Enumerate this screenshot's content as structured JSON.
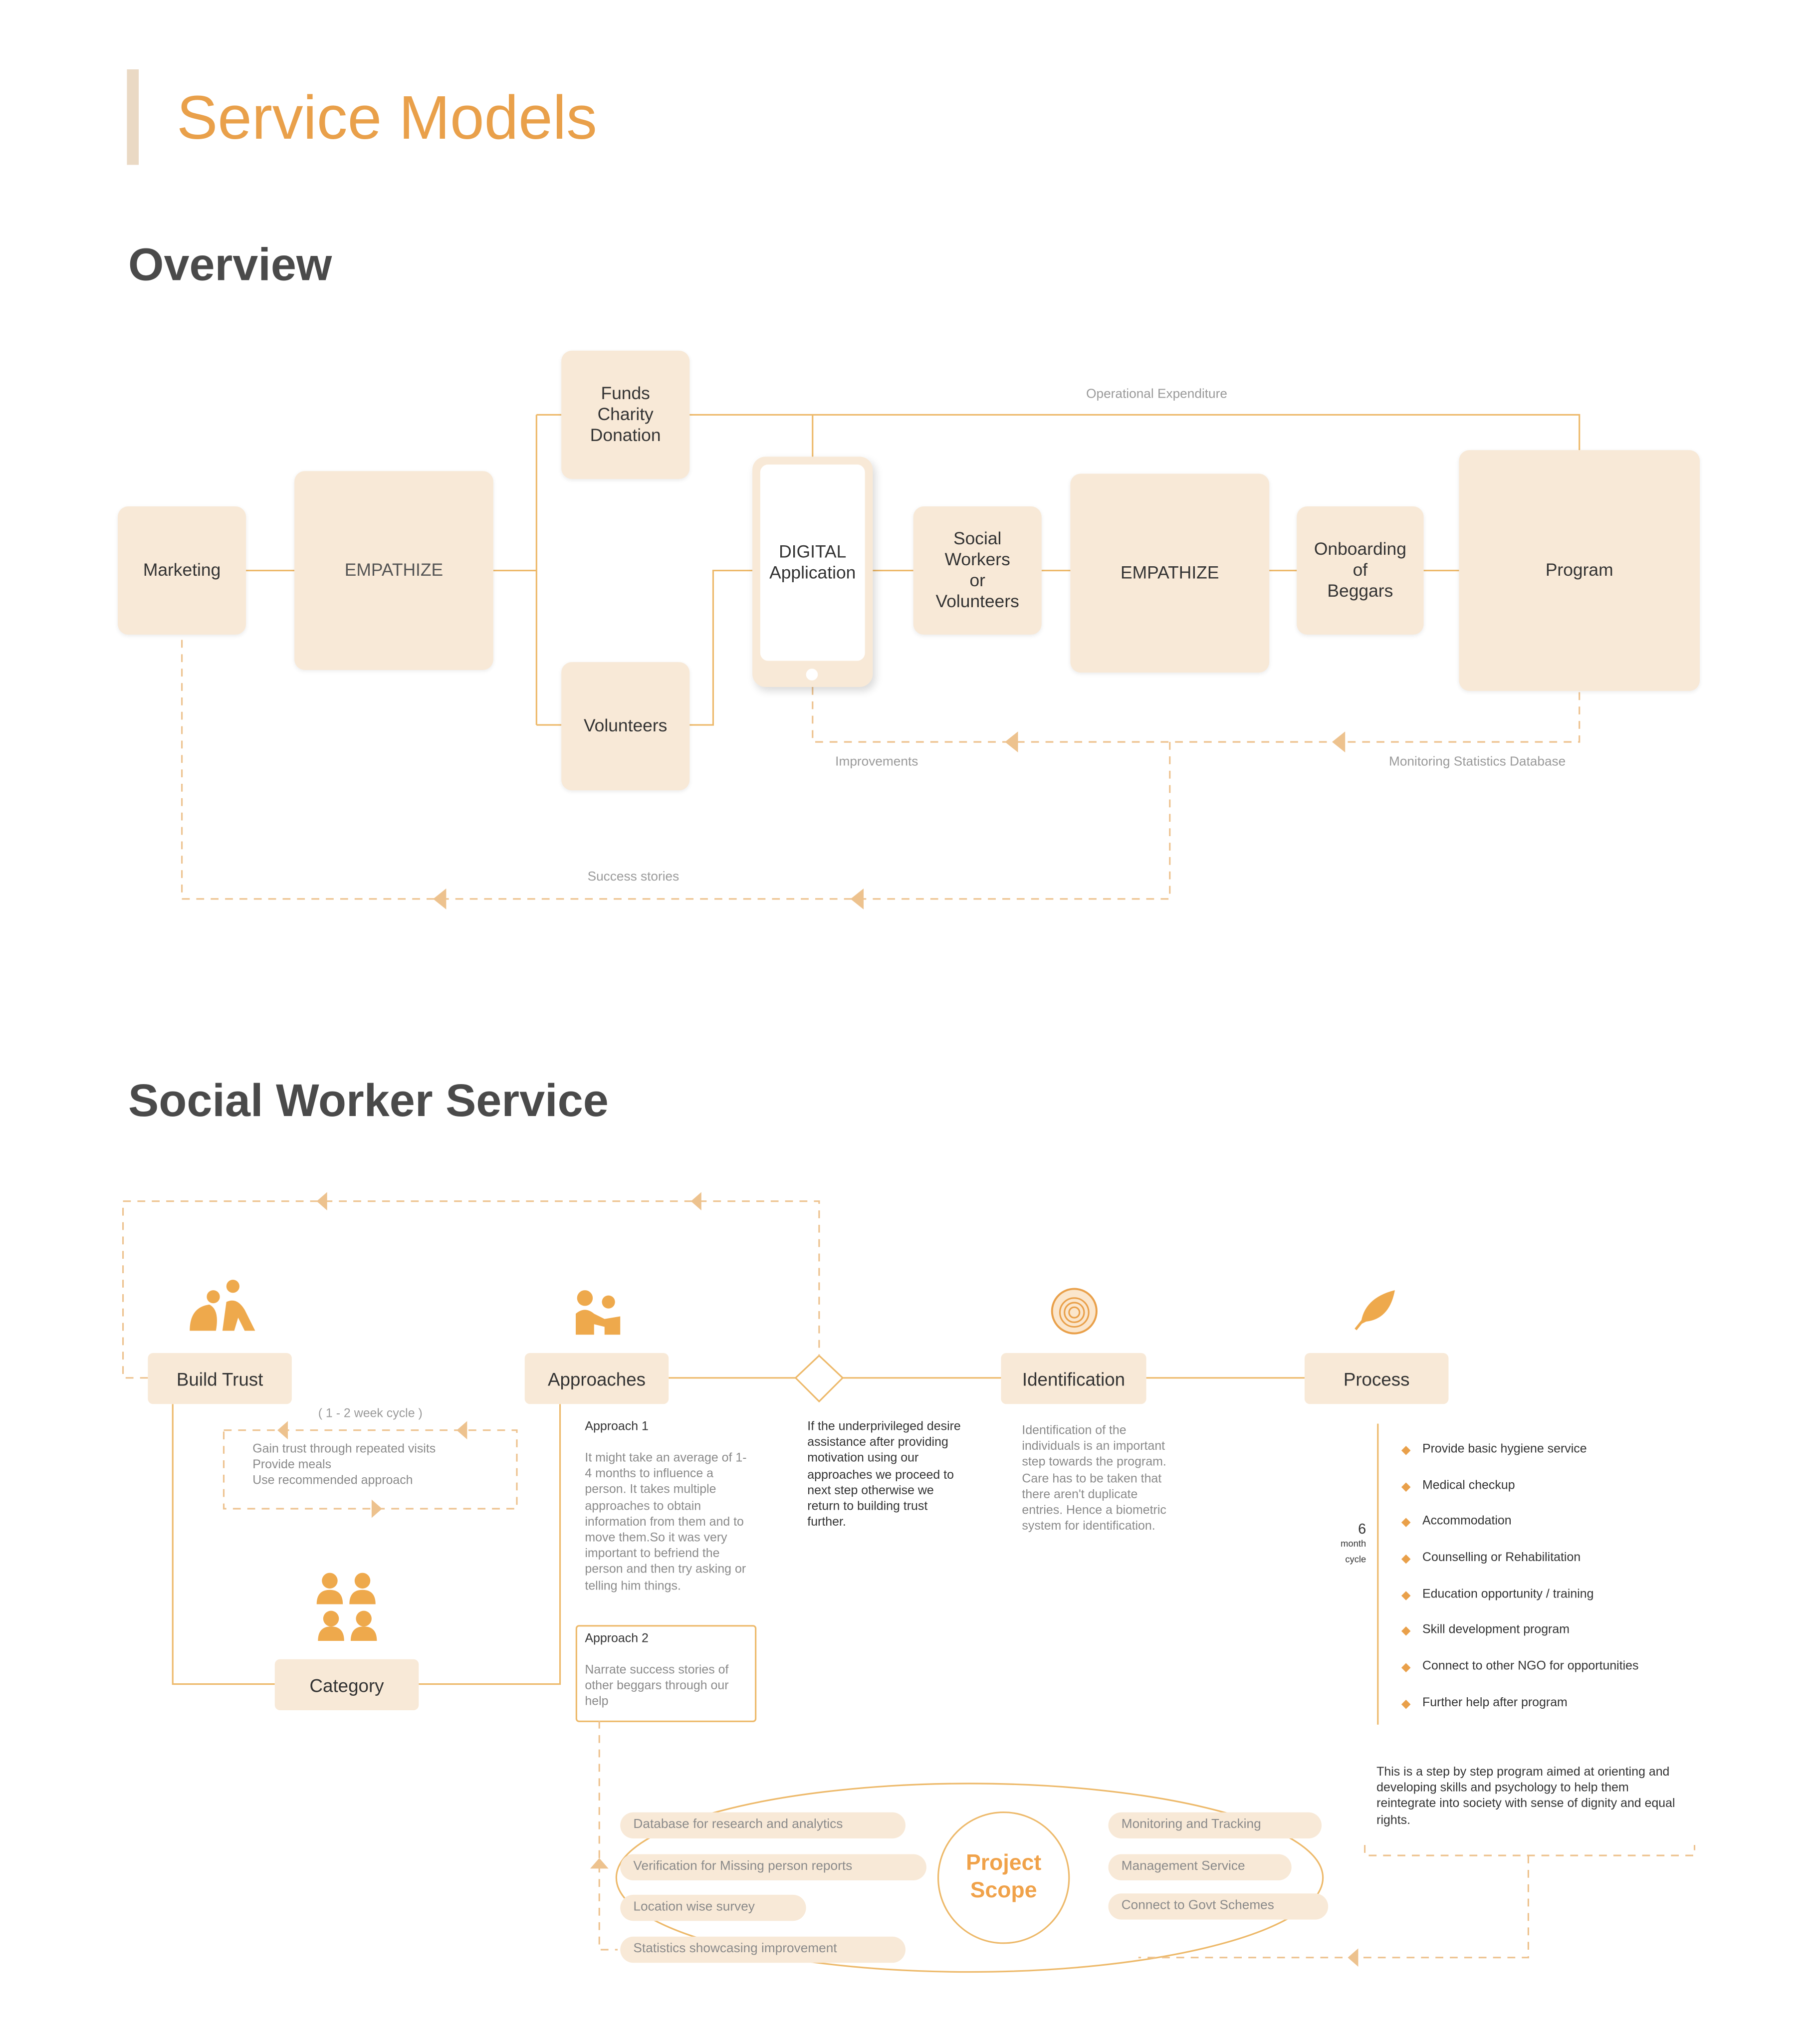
{
  "title": "Service Models",
  "overview": {
    "heading": "Overview",
    "nodes": {
      "marketing": "Marketing",
      "empathize1": "EMPATHIZE",
      "funds": "Funds\nCharity\nDonation",
      "volunteers": "Volunteers",
      "digital": "DIGITAL\nApplication",
      "social_workers": "Social\nWorkers\nor\nVolunteers",
      "empathize2": "EMPATHIZE",
      "onboarding": "Onboarding\nof\nBeggars",
      "program": "Program"
    },
    "labels": {
      "operational": "Operational Expenditure",
      "improvements": "Improvements",
      "monitoring": "Monitoring Statistics Database",
      "success": "Success stories"
    }
  },
  "social": {
    "heading": "Social Worker Service",
    "steps": {
      "build_trust": "Build Trust",
      "approaches": "Approaches",
      "identification": "Identification",
      "process": "Process",
      "category": "Category"
    },
    "cycle_label": "( 1 - 2 week cycle )",
    "trust_items": [
      "Gain trust through repeated visits",
      "Provide meals",
      "Use recommended approach"
    ],
    "approach1": {
      "title": "Approach 1",
      "body": "It might take an average of 1-4 months to influence a person. It takes multiple approaches to obtain information from them and to move them.So it was very important to befriend the person and then try asking or telling him things."
    },
    "approach2": {
      "title": "Approach 2",
      "body": "Narrate success stories of other beggars through our help"
    },
    "decision_text": "If the underprivileged desire assistance after providing motivation using our approaches we proceed to next step otherwise we return to building trust further.",
    "identification_text": "Identification of the individuals is an important step towards the program. Care has to be taken that there aren't duplicate entries. Hence a biometric system  for identification.",
    "cycle": {
      "number": "6",
      "unit1": "month",
      "unit2": "cycle"
    },
    "process_items": [
      "Provide basic hygiene service",
      "Medical checkup",
      "Accommodation",
      "Counselling or Rehabilitation",
      "Education opportunity / training",
      "Skill development program",
      "Connect to other NGO for opportunities",
      "Further help after program"
    ],
    "program_text": "This is a step by step program aimed at orienting and developing skills and psychology to help them reintegrate into society with sense of dignity and equal rights.",
    "scope": {
      "title1": "Project",
      "title2": "Scope",
      "left": [
        "Database for research and analytics",
        "Verification for Missing person reports",
        "Location wise survey",
        "Statistics showcasing improvement"
      ],
      "right": [
        "Monitoring and Tracking",
        "Management Service",
        "Connect to Govt Schemes"
      ]
    }
  },
  "colors": {
    "accent": "#e9a04a",
    "fill": "#f8e9d7",
    "line": "#edb96a",
    "dash": "#edc28e"
  }
}
